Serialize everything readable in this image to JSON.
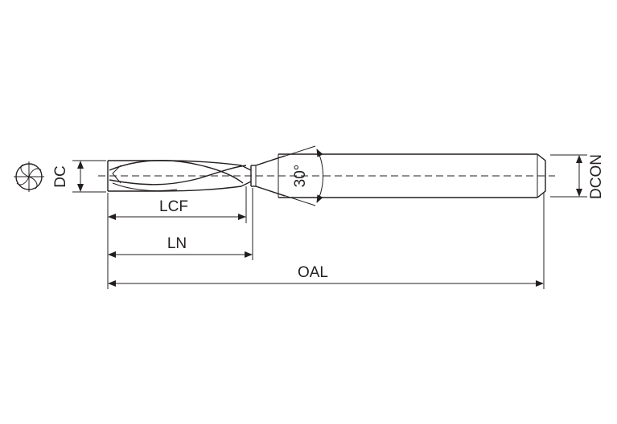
{
  "labels": {
    "dc": "DC",
    "dcon": "DCON",
    "lcf": "LCF",
    "ln": "LN",
    "oal": "OAL",
    "angle": "30°"
  },
  "icons": {
    "end_view": "end-mill-cross-section-icon"
  },
  "colors": {
    "line": "#231f20",
    "background": "#ffffff"
  }
}
